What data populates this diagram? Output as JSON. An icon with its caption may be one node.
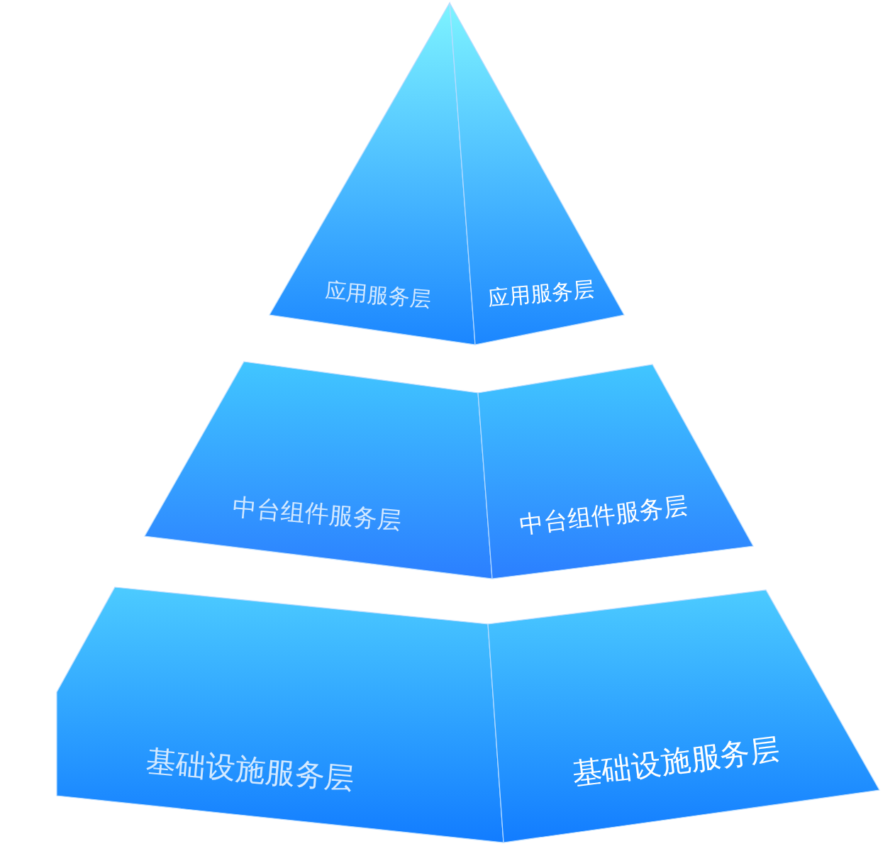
{
  "diagram": {
    "nodes": [
      {
        "text": [
          "应用服务层"
        ]
      },
      {
        "text": [
          "应用服务层"
        ]
      },
      {
        "text": [
          "中台组件服务层"
        ]
      },
      {
        "text": [
          "中台组件服务层"
        ]
      },
      {
        "text": [
          "基础设施服务层"
        ]
      },
      {
        "text": [
          "基础设施服务层"
        ]
      }
    ]
  }
}
